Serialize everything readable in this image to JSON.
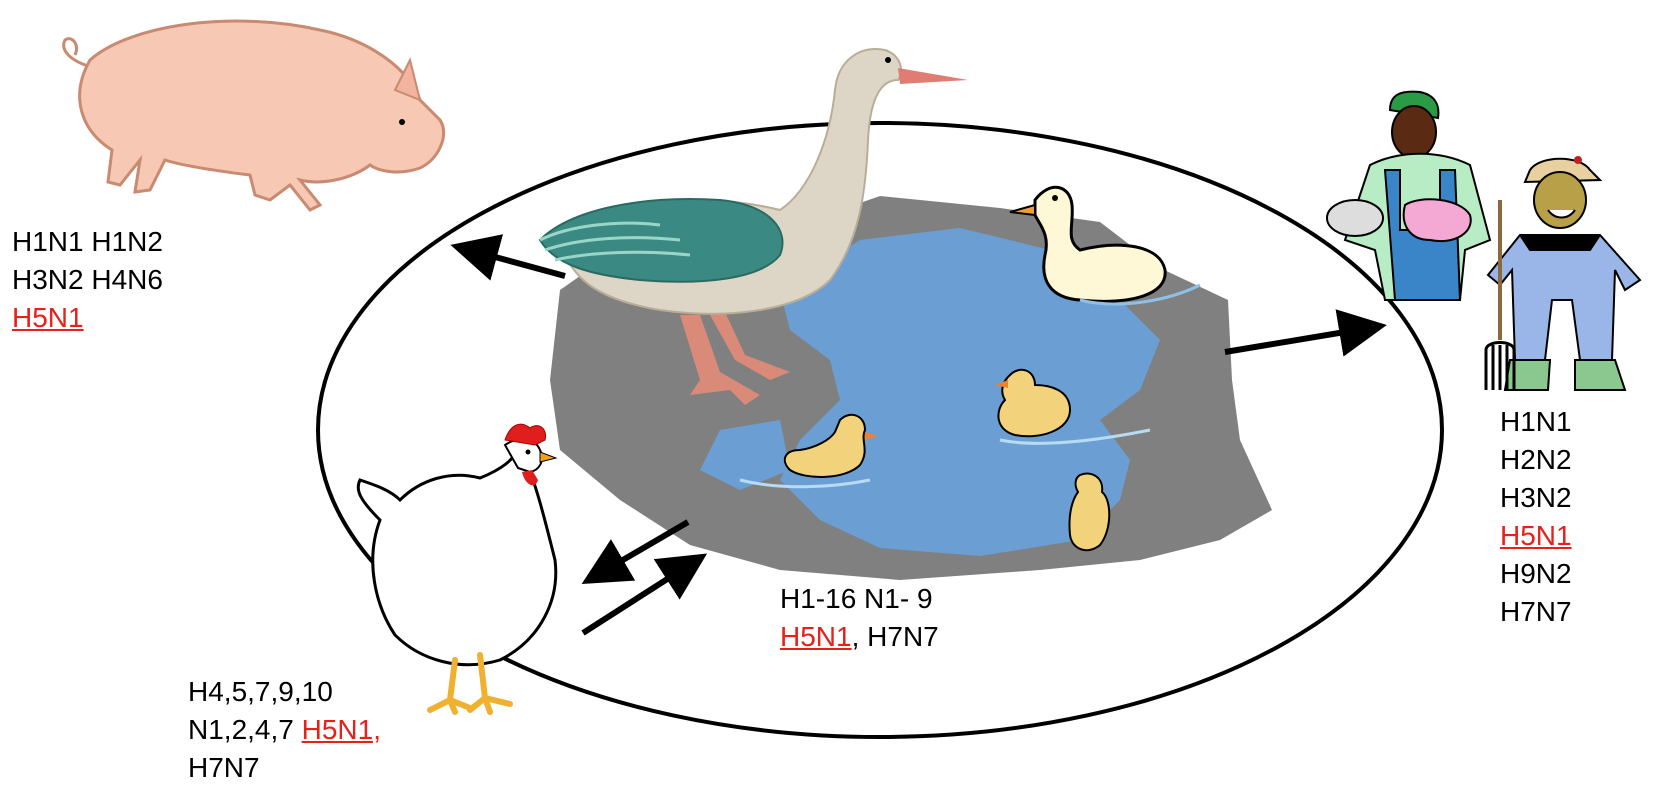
{
  "pig_group": {
    "line1": "H1N1 H1N2",
    "line2": "H3N2 H4N6",
    "highlight": "H5N1"
  },
  "people_group": {
    "lines": [
      "H1N1",
      "H2N2",
      "H3N2",
      "H5N1",
      "H9N2",
      "H7N7"
    ],
    "highlight_index": 3
  },
  "wild_birds_group": {
    "line1": "H1-16 N1- 9",
    "highlight": "H5N1",
    "line2_rest": ", H7N7"
  },
  "poultry_group": {
    "line1": "H4,5,7,9,10",
    "line2_prefix": "N1,2,4,7 ",
    "highlight": "H5N1,",
    "line3": "H7N7"
  },
  "colors": {
    "highlight": "#e8201a",
    "pond_gray": "#808080",
    "water_blue": "#6b9fd4",
    "pig_pink": "#f7c8b4"
  },
  "icons": [
    "pig-icon",
    "goose-icon",
    "duck-icon",
    "duckling-icon",
    "chicken-icon",
    "farmer-icon",
    "boy-farmer-icon",
    "pitchfork-icon",
    "arrow-icon"
  ]
}
